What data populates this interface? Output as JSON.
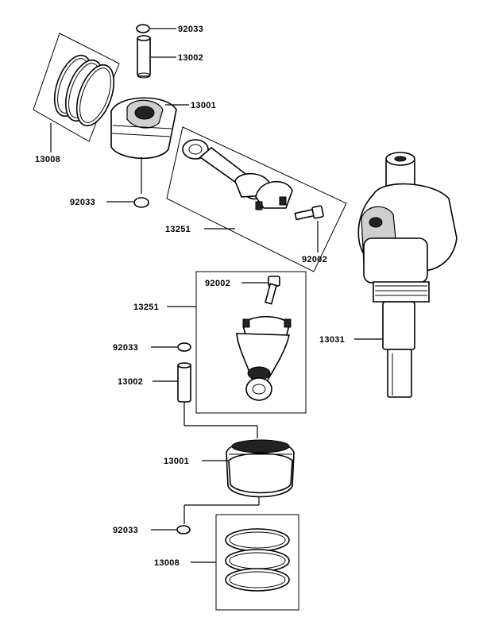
{
  "labels": {
    "clip_top": "92033",
    "pin_top": "13002",
    "piston_top": "13001",
    "rings_top": "13008",
    "clip_mid": "92033",
    "conrod_top": "13251",
    "bolt_top": "92002",
    "bolt_bottom": "92002",
    "conrod_bottom": "13251",
    "clip_low": "92033",
    "pin_bottom": "13002",
    "crankshaft": "13031",
    "piston_bottom": "13001",
    "clip_bottom": "92033",
    "rings_bottom": "13008"
  }
}
